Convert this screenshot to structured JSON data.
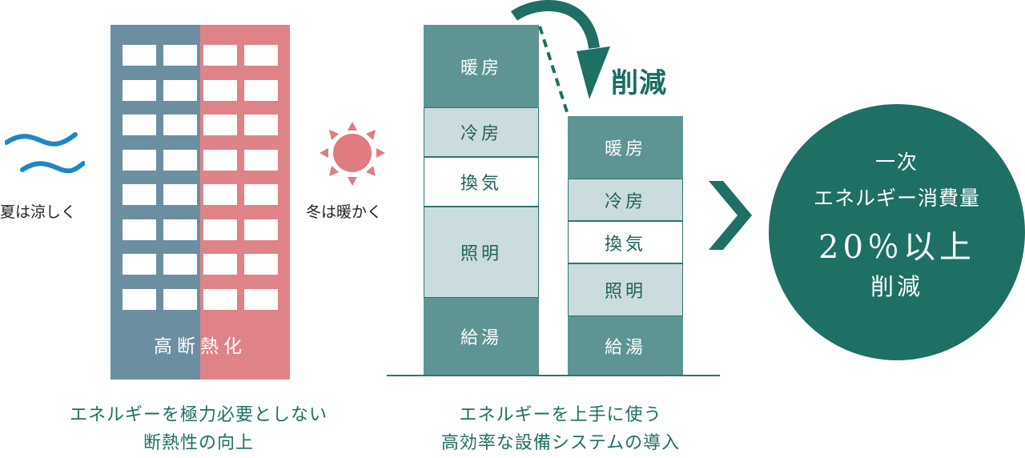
{
  "building": {
    "label": "高断熱化",
    "colors": {
      "cool_side": "#6b8fa1",
      "warm_side": "#df8389"
    }
  },
  "summer_label": "夏は涼しく",
  "winter_label": "冬は暖かく",
  "icons": {
    "summer": "wind-waves-icon",
    "winter": "sun-icon",
    "reduction": "curved-arrow-down-icon",
    "chevron": "chevron-right-icon"
  },
  "before_bar": {
    "segments": [
      {
        "label": "暖房",
        "style": "dark"
      },
      {
        "label": "冷房",
        "style": "light"
      },
      {
        "label": "換気",
        "style": "white"
      },
      {
        "label": "照明",
        "style": "light"
      },
      {
        "label": "給湯",
        "style": "dark"
      }
    ]
  },
  "after_bar": {
    "segments": [
      {
        "label": "暖房",
        "style": "dark"
      },
      {
        "label": "冷房",
        "style": "light"
      },
      {
        "label": "換気",
        "style": "white"
      },
      {
        "label": "照明",
        "style": "light"
      },
      {
        "label": "給湯",
        "style": "dark"
      }
    ]
  },
  "reduction_label": "削減",
  "result": {
    "line1": "一次",
    "line2": "エネルギー消費量",
    "line3": "20％以上",
    "line4": "削減"
  },
  "captions": {
    "left_line1": "エネルギーを極力必要としない",
    "left_line2": "断熱性の向上",
    "right_line1": "エネルギーを上手に使う",
    "right_line2": "高効率な設備システムの導入"
  },
  "colors": {
    "teal_dark": "#1e6f64",
    "teal_mid": "#5e9493",
    "teal_light": "#cadcdd",
    "sun": "#e07b82",
    "wave": "#1e86c8"
  }
}
